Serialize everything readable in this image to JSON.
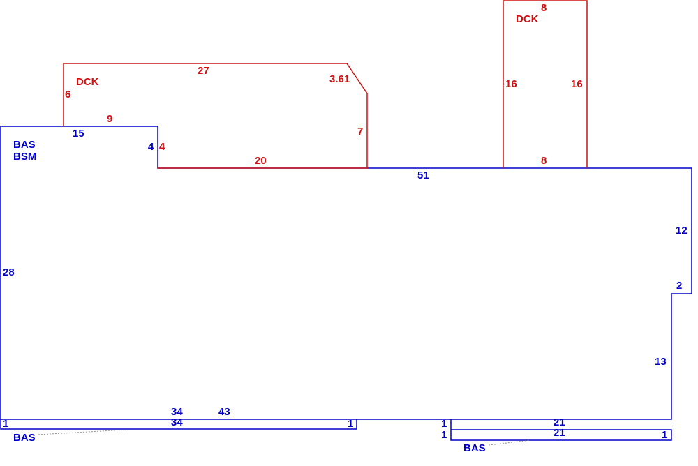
{
  "colors": {
    "basement": "#0000c8",
    "deck": "#d01010"
  },
  "area_labels": {
    "main_bas": "BAS",
    "main_bsm": "BSM",
    "deck_left": "DCK",
    "deck_right": "DCK",
    "strip_left_bas": "BAS",
    "strip_right_bas": "BAS"
  },
  "dimensions": {
    "main_top_left": "15",
    "main_step": "4",
    "main_top_right": "51",
    "main_right_upper": "12",
    "main_notch": "2",
    "main_right_lower": "13",
    "main_left": "28",
    "main_bottom_left": "34",
    "main_bottom_right": "43",
    "deck1_left": "6",
    "deck1_top": "27",
    "deck1_diagonal": "3.61",
    "deck1_right": "7",
    "deck1_bottom": "20",
    "deck1_top_left": "9",
    "deck1_step": "4",
    "deck2_top": "8",
    "deck2_left": "16",
    "deck2_right": "16",
    "deck2_bottom": "8",
    "strip1_top": "34",
    "strip1_left": "1",
    "strip1_right": "1",
    "strip2_top": "21",
    "strip2_bottom": "21",
    "strip2_left_upper": "1",
    "strip2_left_lower": "1",
    "strip2_right": "1"
  }
}
